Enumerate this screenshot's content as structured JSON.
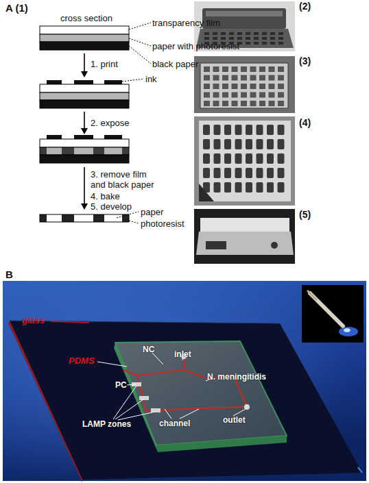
{
  "diagram": {
    "labels": [
      "A (1)",
      "cross section",
      "transparency film",
      "paper with photoresist",
      "black paper",
      "1. print",
      "ink",
      "2. expose",
      "3. remove film and black paper",
      "4. bake",
      "5. develop",
      "paper",
      "photoresist",
      "(2)",
      "(3)",
      "(4)",
      "(5)",
      "B",
      "glass",
      "PDMS",
      "NC",
      "inlet",
      "PC",
      "N. meningitidis",
      "LAMP zones",
      "channel",
      "outlet"
    ]
  }
}
